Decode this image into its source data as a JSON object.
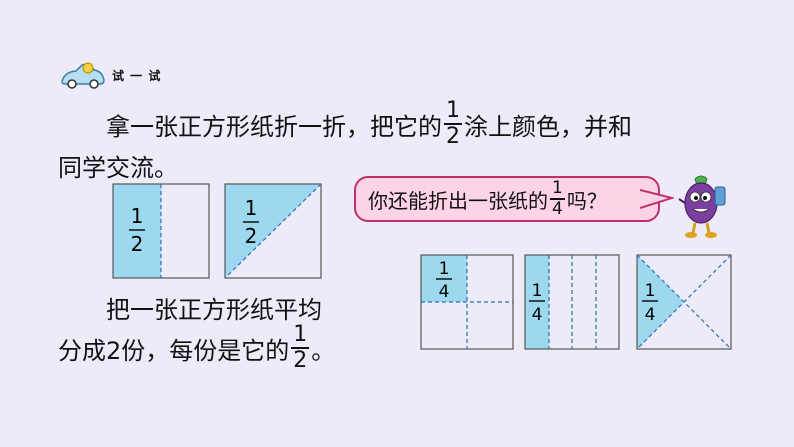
{
  "badge": {
    "label": "试 一 试",
    "icon": "car-icon"
  },
  "intro": {
    "line1_before": "拿一张正方形纸折一折，把它的",
    "frac_num": "1",
    "frac_den": "2",
    "line1_after": "涂上颜色，并和",
    "line2": "同学交流。"
  },
  "half_squares": {
    "frac_num": "1",
    "frac_den": "2",
    "fill_color": "#9DD9EE"
  },
  "conclusion": {
    "line1": "把一张正方形纸平均",
    "line2_before": "分成2份，每份是它的",
    "frac_num": "1",
    "frac_den": "2",
    "line2_after": "。"
  },
  "bubble": {
    "text_before": "你还能折出一张纸的",
    "frac_num": "1",
    "frac_den": "4",
    "text_after": "吗？",
    "border_color": "#C0306A",
    "fill_color": "#FCD4E6"
  },
  "quarter_squares": {
    "frac_num": "1",
    "frac_den": "4"
  },
  "mascot": {
    "icon": "eggplant-character-icon"
  }
}
